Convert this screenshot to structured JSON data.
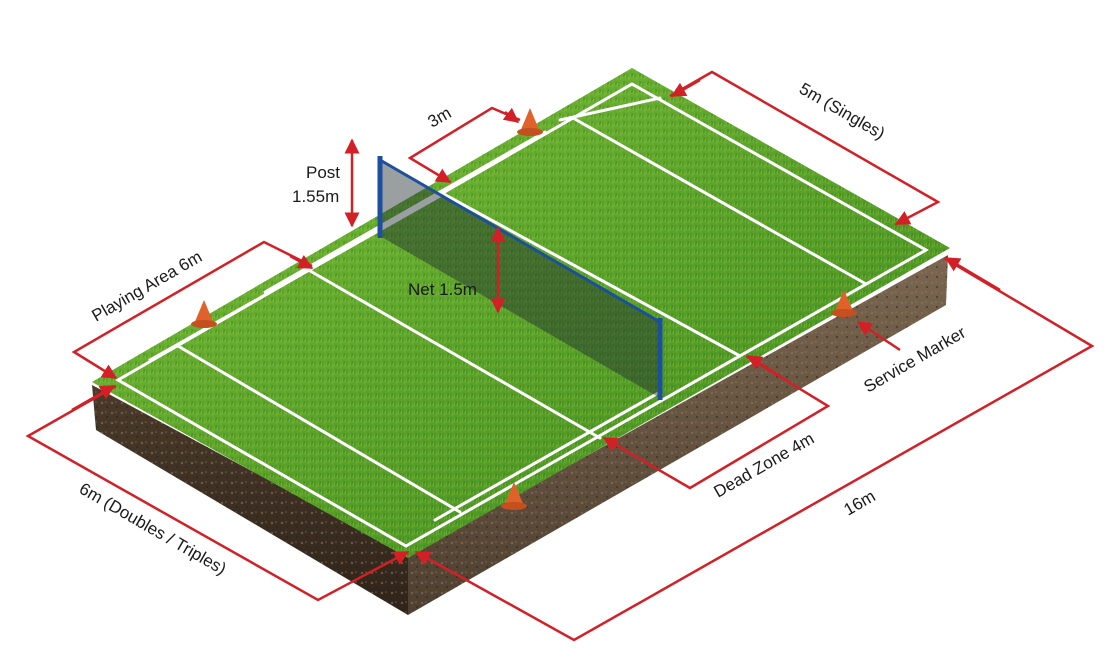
{
  "labels": {
    "three_m": "3m",
    "five_m_singles": "5m (Singles)",
    "post_word": "Post",
    "post_height": "1.55m",
    "net": "Net 1.5m",
    "playing_area": "Playing Area 6m",
    "service_marker": "Service Marker",
    "dead_zone": "Dead Zone 4m",
    "sixteen_m": "16m",
    "six_m_doubles": "6m (Doubles / Triples)"
  },
  "colors": {
    "dimension_line": "#d32027",
    "court_line": "#ffffff",
    "grass": "#5aa22a",
    "soil": "#5a4632",
    "net_post": "#1e4f9c",
    "cone": "#e0622a"
  },
  "icons": [
    "cone-icon",
    "net-post-icon"
  ]
}
